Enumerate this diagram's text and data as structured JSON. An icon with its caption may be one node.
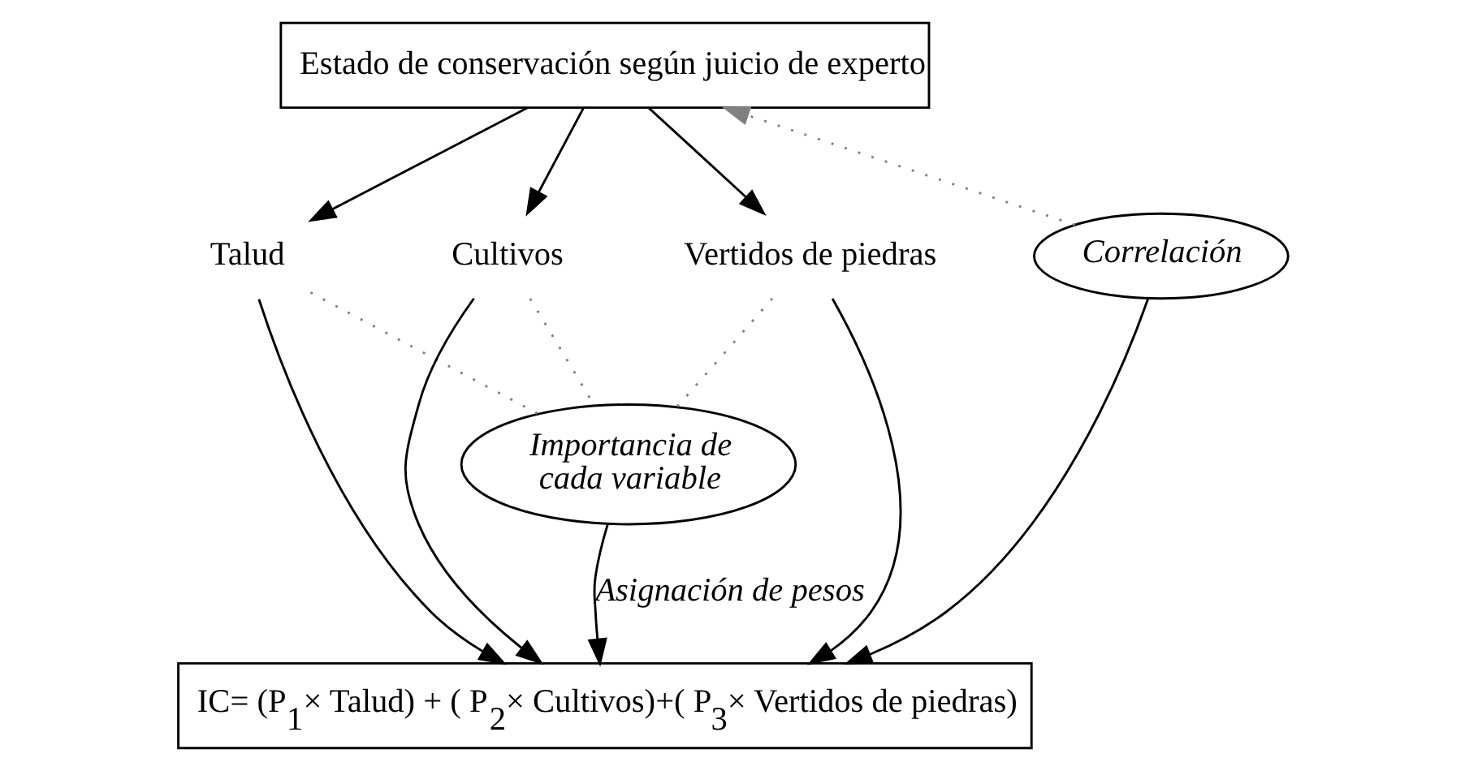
{
  "diagram": {
    "nodes": [
      {
        "text": [
          "Estado de conservación según juicio de experto"
        ]
      },
      {
        "text": [
          "Talud"
        ]
      },
      {
        "text": [
          "Cultivos"
        ]
      },
      {
        "text": [
          "Vertidos de piedras"
        ]
      },
      {
        "text": [
          "*Correlación*"
        ]
      },
      {
        "text": [
          "*Importancia de cada variable*"
        ]
      },
      {
        "text": [
          "IC= (P$_{1}$× Talud) + ( P$_{2}$× Cultivos)+( P$_{3}$× Vertidos de piedras)"
        ]
      }
    ],
    "edges": [
      {
        "from": 0,
        "to": 1,
        "arrow": "to"
      },
      {
        "from": 0,
        "to": 2,
        "arrow": "to"
      },
      {
        "from": 0,
        "to": 3,
        "arrow": "to"
      },
      {
        "from": 1,
        "to": 6,
        "arrow": "to"
      },
      {
        "from": 2,
        "to": 6,
        "arrow": "to"
      },
      {
        "from": 3,
        "to": 6,
        "arrow": "to"
      },
      {
        "from": 4,
        "to": 0,
        "arrow": "to",
        "style": "dashed",
        "color": "#808080"
      },
      {
        "from": 1,
        "to": 5,
        "arrow": "none",
        "style": "dashed",
        "color": "#808080"
      },
      {
        "from": 2,
        "to": 5,
        "arrow": "none",
        "style": "dashed",
        "color": "#808080"
      },
      {
        "from": 3,
        "to": 5,
        "arrow": "none",
        "style": "dashed",
        "color": "#808080"
      },
      {
        "from": 4,
        "to": 6,
        "arrow": "to"
      },
      {
        "from": 5,
        "to": 6,
        "arrow": "to",
        "label": "*Asignación de pesos*"
      }
    ]
  }
}
